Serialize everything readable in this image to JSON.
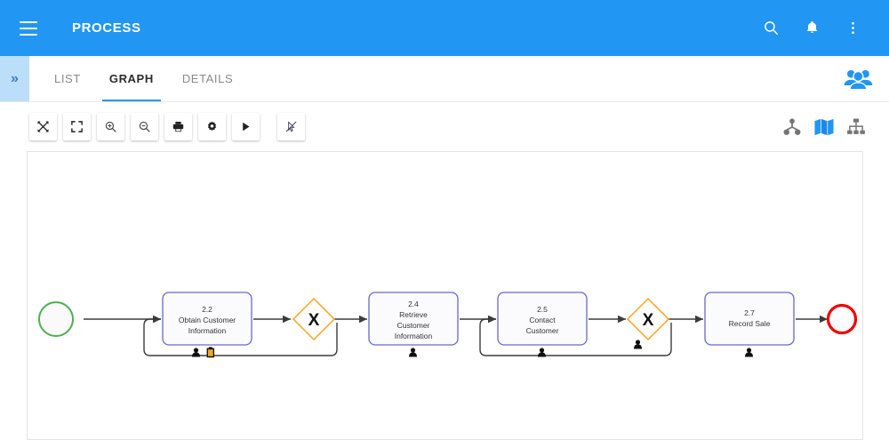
{
  "appbar": {
    "title": "PROCESS",
    "menu_icon": "hamburger-icon",
    "actions": [
      {
        "name": "search-icon",
        "label": "Search"
      },
      {
        "name": "notifications-icon",
        "label": "Notifications"
      },
      {
        "name": "overflow-menu-icon",
        "label": "More options"
      }
    ],
    "background_color": "#2196f3"
  },
  "tabbar": {
    "expand_label": "»",
    "tabs": [
      {
        "label": "LIST",
        "active": false
      },
      {
        "label": "GRAPH",
        "active": true
      },
      {
        "label": "DETAILS",
        "active": false
      }
    ],
    "people_icon": "people-group-icon",
    "accent_color": "#2196f3"
  },
  "toolbar": {
    "buttons": [
      {
        "name": "fit-to-screen-icon",
        "label": "Fit to screen"
      },
      {
        "name": "fullscreen-icon",
        "label": "Fullscreen"
      },
      {
        "name": "zoom-in-icon",
        "label": "Zoom in"
      },
      {
        "name": "zoom-out-icon",
        "label": "Zoom out"
      },
      {
        "name": "print-icon",
        "label": "Print"
      },
      {
        "name": "settings-gear-icon",
        "label": "Settings"
      },
      {
        "name": "play-icon",
        "label": "Run"
      },
      {
        "name": "disable-cursor-icon",
        "label": "Disable edit"
      }
    ],
    "view_modes": [
      {
        "name": "tree-view-icon",
        "active": false
      },
      {
        "name": "map-view-icon",
        "active": true
      },
      {
        "name": "org-chart-view-icon",
        "active": false
      }
    ],
    "active_color": "#2196f3",
    "inactive_color": "#757575"
  },
  "diagram": {
    "type": "bpmn-process",
    "start_event": {
      "name": "start-event",
      "color": "#4caf50"
    },
    "end_event": {
      "name": "end-event",
      "color": "#f20000"
    },
    "task_border_color": "#6a67ce",
    "gateway_border_color": "#f5a623",
    "tasks": [
      {
        "id": "2.2",
        "name": "Obtain Customer Information",
        "lines": [
          "2.2",
          "Obtain Customer",
          "Information"
        ],
        "markers": [
          "user-icon",
          "document-icon"
        ]
      },
      {
        "id": "2.4",
        "name": "Retrieve Customer Information",
        "lines": [
          "2.4",
          "Retrieve",
          "Customer",
          "Information"
        ],
        "markers": [
          "user-icon"
        ]
      },
      {
        "id": "2.5",
        "name": "Contact Customer",
        "lines": [
          "2.5",
          "Contact",
          "Customer"
        ],
        "markers": [
          "user-icon"
        ]
      },
      {
        "id": "2.7",
        "name": "Record Sale",
        "lines": [
          "2.7",
          "Record Sale"
        ],
        "markers": [
          "user-icon"
        ]
      }
    ],
    "gateways": [
      {
        "id": "gw-1",
        "symbol": "X",
        "kind": "exclusive",
        "markers": []
      },
      {
        "id": "gw-2",
        "symbol": "X",
        "kind": "exclusive",
        "markers": [
          "user-icon"
        ]
      }
    ]
  }
}
